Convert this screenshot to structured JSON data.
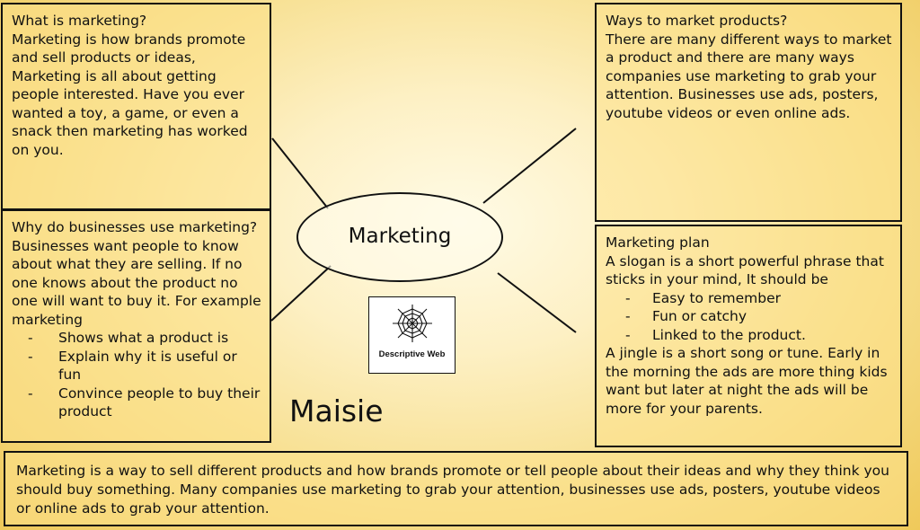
{
  "boxes": {
    "what": {
      "title": "What is marketing?",
      "body": "Marketing is how brands promote and sell products or ideas, Marketing is all about getting people interested. Have you ever wanted a toy, a game, or even a snack then marketing has worked on you."
    },
    "why": {
      "title": "Why do businesses use marketing?",
      "body": "Businesses want people to know about what they are selling. If no one knows about the product no one will want to buy it. For example marketing",
      "bullets": [
        "Shows what a product is",
        "Explain why it is useful or fun",
        "Convince people to buy their product"
      ]
    },
    "ways": {
      "title": "Ways to market products?",
      "body": "There are many different ways to market a product and there are many ways companies use marketing to grab your attention. Businesses use ads, posters,  youtube videos or even online ads."
    },
    "plan": {
      "title": "Marketing plan",
      "body": "A slogan is a short powerful phrase that sticks in your mind, It should be",
      "bullets": [
        "Easy to remember",
        "Fun or catchy",
        "Linked to the product."
      ],
      "body2": "A jingle is a short song or tune. Early in the morning the ads are more thing kids want but later at night the ads will be more for your parents."
    },
    "summary": "Marketing is a way to sell different products and how brands promote or tell people about their ideas and why they think you should buy something. Many companies use marketing to grab your attention, businesses use ads, posters, youtube videos or online ads to grab your attention."
  },
  "center": {
    "label": "Marketing"
  },
  "web_card": {
    "icon": "spider-web-icon",
    "caption": "Descriptive Web"
  },
  "author": "Maisie",
  "colors": {
    "background": "#f7df8f",
    "box_fill": "#fde28c",
    "stroke": "#111111"
  }
}
